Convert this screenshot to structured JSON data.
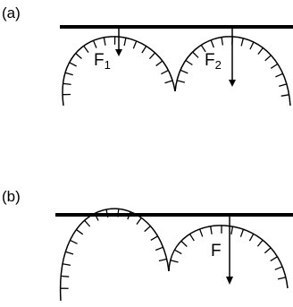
{
  "panels": [
    {
      "label": "(a)",
      "forces": [
        {
          "name": "F",
          "subscript": "1"
        },
        {
          "name": "F",
          "subscript": "2"
        }
      ]
    },
    {
      "label": "(b)",
      "forces": [
        {
          "name": "F",
          "subscript": ""
        }
      ]
    }
  ],
  "colors": {
    "line": "#000000",
    "background": "#ffffff"
  }
}
